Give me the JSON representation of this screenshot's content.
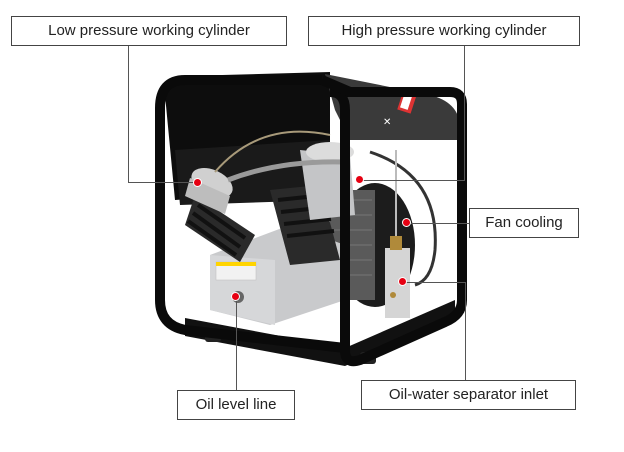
{
  "diagram": {
    "subject": "air compressor",
    "marker_color": "#e60012",
    "line_color": "#555555",
    "labels": [
      {
        "id": "low-pressure-cylinder",
        "text": "Low pressure working cylinder"
      },
      {
        "id": "high-pressure-cylinder",
        "text": "High pressure working cylinder"
      },
      {
        "id": "fan-cooling",
        "text": "Fan cooling"
      },
      {
        "id": "oil-level-line",
        "text": "Oil level line"
      },
      {
        "id": "oil-water-separator-inlet",
        "text": "Oil-water separator inlet"
      }
    ]
  }
}
